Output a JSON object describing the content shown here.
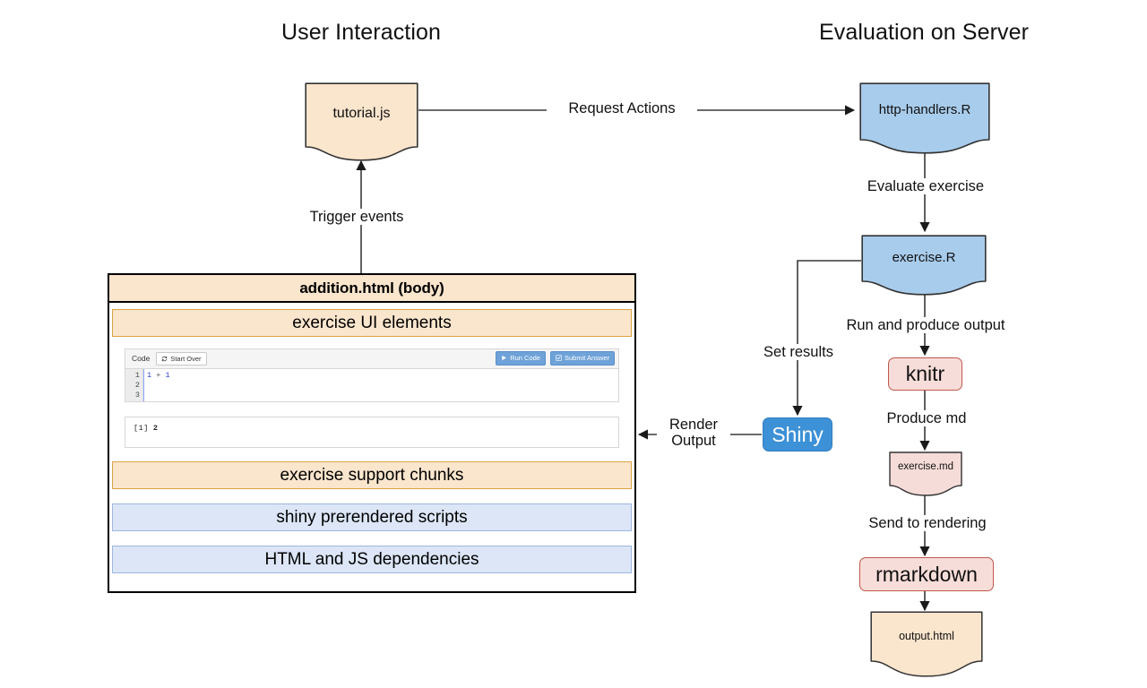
{
  "headings": {
    "left": "User Interaction",
    "right": "Evaluation on Server"
  },
  "nodes": {
    "tutorial_js": "tutorial.js",
    "http_handlers": "http-handlers.R",
    "exercise_r": "exercise.R",
    "knitr": "knitr",
    "exercise_md": "exercise.md",
    "rmarkdown": "rmarkdown",
    "output_html": "output.html",
    "shiny": "Shiny"
  },
  "edges": {
    "request_actions": "Request Actions",
    "trigger_events": "Trigger events",
    "evaluate_exercise": "Evaluate exercise",
    "run_and_produce_output": "Run and produce output",
    "produce_md": "Produce md",
    "send_to_rendering": "Send to rendering",
    "set_results": "Set results",
    "render_output_line1": "Render",
    "render_output_line2": "Output"
  },
  "stack": {
    "title": "addition.html (body)",
    "bands": [
      {
        "label": "exercise UI elements",
        "style": "orange"
      },
      {
        "label": "exercise support chunks",
        "style": "orange"
      },
      {
        "label": "shiny prerendered scripts",
        "style": "blue"
      },
      {
        "label": "HTML and JS dependencies",
        "style": "blue"
      }
    ]
  },
  "exercise": {
    "toolbar": {
      "code_label": "Code",
      "start_over": "Start Over",
      "run_code": "Run Code",
      "submit_answer": "Submit Answer"
    },
    "gutter": [
      "1",
      "2",
      "3"
    ],
    "code_tokens": {
      "lhs": "1",
      "op": "+",
      "rhs": "1"
    },
    "output": {
      "prefix": "[1]",
      "value": "2"
    }
  },
  "colors": {
    "doc_peach_fill": "#fae5cd",
    "doc_peach_stroke": "#333333",
    "doc_blue_fill": "#a8ccec",
    "doc_blue_stroke": "#333333",
    "doc_pink_fill": "#f5dcd8",
    "doc_pink_stroke": "#333333",
    "pill_pink_fill": "#f7ddd9",
    "pill_pink_stroke": "#c0584c",
    "pill_blue_fill": "#3d91d6",
    "band_orange_fill": "#fae5cd",
    "band_blue_fill": "#dce6f7",
    "line": "#3a3a3a"
  }
}
